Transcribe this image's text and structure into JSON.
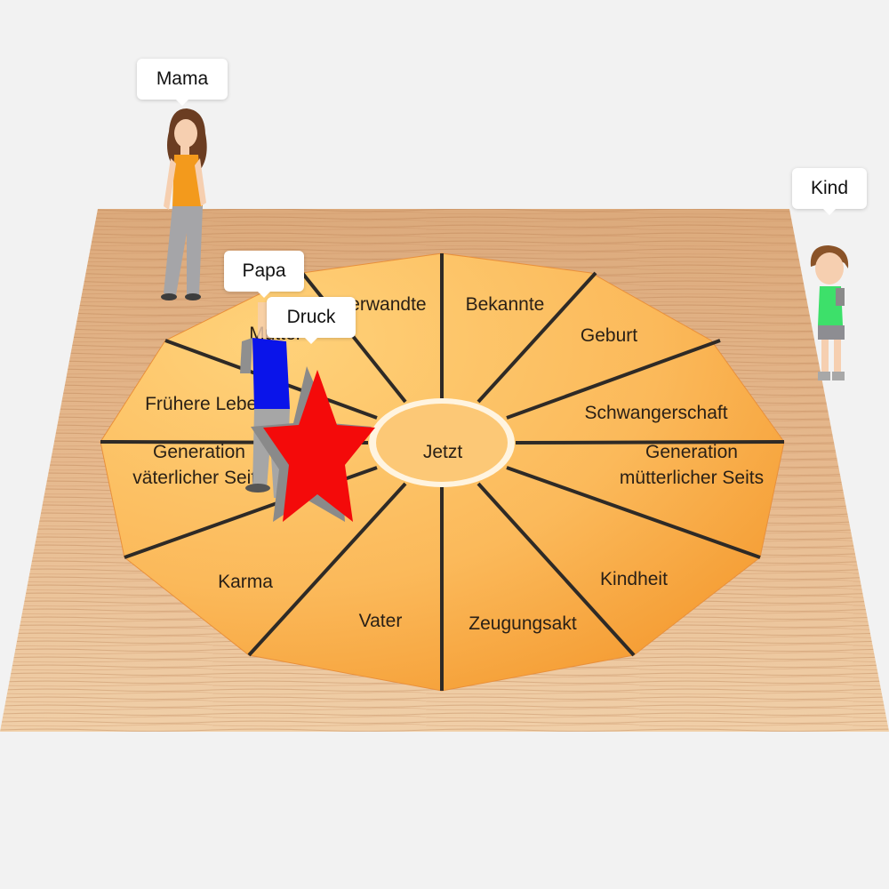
{
  "figures": {
    "mama": {
      "label": "Mama",
      "top_color": "#f39a1c",
      "hair_color": "#6b3d22"
    },
    "papa": {
      "label": "Papa",
      "shirt_color": "#0a14ea"
    },
    "kind": {
      "label": "Kind",
      "shirt_color": "#3de06a"
    },
    "druck": {
      "label": "Druck",
      "star_color": "#f40a0a",
      "star_shadow": "#8a8a8a"
    }
  },
  "wheel": {
    "center_label": "Jetzt",
    "segments": [
      "Bekannte",
      "Geburt",
      "Schwangerschaft",
      "Generation\nmütterlicher Seits",
      "Kindheit",
      "Zeugungsakt",
      "Vater",
      "Karma",
      "Generation\nväterlicher Seits",
      "Frühere Leben",
      "Mutter",
      "Verwandte"
    ],
    "fill_light": "#ffd479",
    "fill_dark": "#f7a53a"
  },
  "board": {
    "wood_light": "#e3b387",
    "wood_dark": "#c98d60"
  }
}
